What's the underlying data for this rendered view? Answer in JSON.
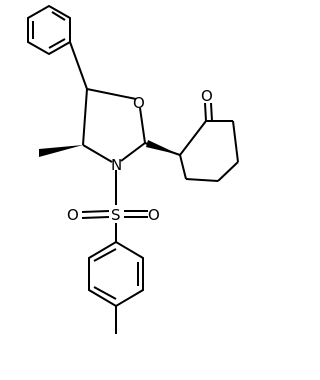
{
  "atoms": {
    "ring_oxygen": "O",
    "nitrogen": "N",
    "sulfur": "S",
    "sulfonyl_oxygen_left": "O",
    "sulfonyl_oxygen_right": "O",
    "ketone_oxygen": "O"
  },
  "colors": {
    "bond": "#000000",
    "background": "#ffffff"
  }
}
